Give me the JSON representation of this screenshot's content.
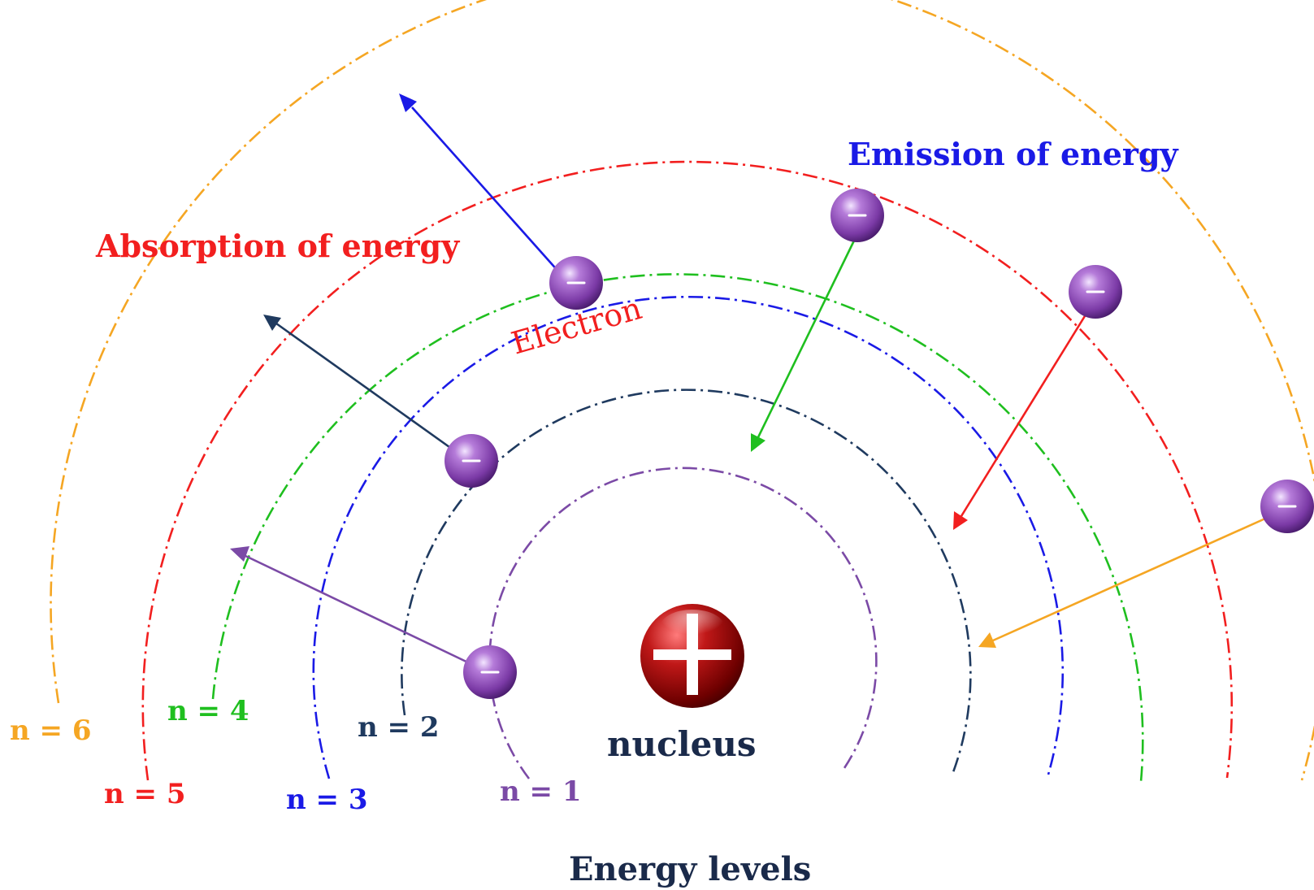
{
  "levels": [
    {
      "label": "n = 1",
      "color": "#7b4aa6"
    },
    {
      "label": "n = 2",
      "color": "#1f3a5f"
    },
    {
      "label": "n = 3",
      "color": "#1a1ae6"
    },
    {
      "label": "n = 4",
      "color": "#1fbf1f"
    },
    {
      "label": "n = 5",
      "color": "#f21f1f"
    },
    {
      "label": "n = 6",
      "color": "#f5a623"
    }
  ],
  "headings": {
    "absorption": {
      "text": "Absorption of energy",
      "color": "#f21f1f"
    },
    "emission": {
      "text": "Emission of energy",
      "color": "#1a1ae6"
    }
  },
  "electron_label": {
    "text": "Electron",
    "color": "#f21f1f"
  },
  "nucleus_label": {
    "text": "nucleus",
    "color": "#1a2a4a"
  },
  "footer_label": {
    "text": "Energy levels",
    "color": "#1a2a4a"
  },
  "nucleus_symbol": "+",
  "electron_symbol": "−",
  "transitions": {
    "absorption": [
      {
        "from": 1,
        "to": 4,
        "color": "#7b4aa6"
      },
      {
        "from": 2,
        "to": 5,
        "color": "#1f3a5f"
      },
      {
        "from": 3,
        "to": 6,
        "color": "#1a1ae6"
      }
    ],
    "emission": [
      {
        "from": 4,
        "to": 1,
        "color": "#1fbf1f"
      },
      {
        "from": 5,
        "to": 2,
        "color": "#f21f1f"
      },
      {
        "from": 6,
        "to": 2,
        "color": "#f5a623"
      }
    ]
  }
}
